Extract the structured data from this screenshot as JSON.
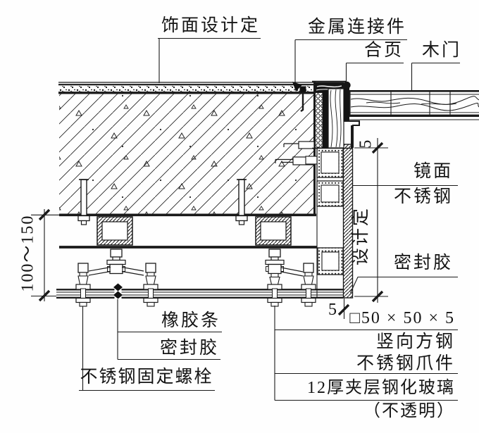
{
  "drawing": {
    "kind": "architectural-detail-section",
    "background": "#fefefe",
    "ink": "#1a1a1a"
  },
  "labels": {
    "finish": "饰面设计定",
    "metal_connector": "金属连接件",
    "hinge": "合页",
    "wood_door": "木门",
    "mirror_line1": "镜面",
    "mirror_line2": "不锈钢",
    "sealant_right": "密封胶",
    "rubber_strip": "橡胶条",
    "sealant_joint": "密封胶",
    "fixing_bolt": "不锈钢固定螺栓",
    "square_tube_spec": "□50 × 50 × 5",
    "square_tube_name": "竖向方钢",
    "spider_fitting": "不锈钢爪件",
    "glass_spec": "12厚夹层钢化玻璃",
    "glass_note": "（不透明）"
  },
  "dimensions": {
    "hanger_height": "100～150",
    "top_gap": "5",
    "design_height": "设计定",
    "steel_thickness": "5"
  }
}
